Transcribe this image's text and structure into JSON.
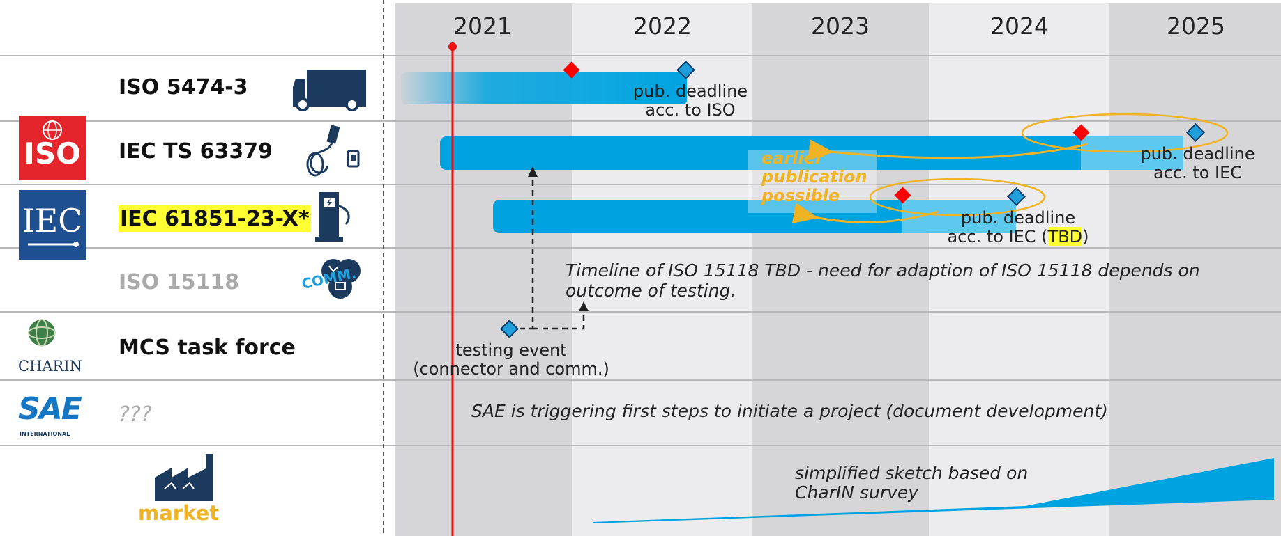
{
  "years": [
    "2021",
    "2022",
    "2023",
    "2024",
    "2025"
  ],
  "rows": [
    {
      "label": "ISO 5474-3",
      "highlight": false,
      "muted": false
    },
    {
      "label": "IEC TS 63379",
      "highlight": false,
      "muted": false
    },
    {
      "label": "IEC 61851-23-X*",
      "highlight": true,
      "muted": false
    },
    {
      "label": "ISO 15118",
      "highlight": false,
      "muted": true
    },
    {
      "label": "MCS task force",
      "highlight": false,
      "muted": false
    },
    {
      "label": "???",
      "highlight": false,
      "muted": true
    }
  ],
  "logos": {
    "iso": "ISO",
    "iec": "IEC",
    "charin": "CHARIN",
    "sae": "SAE",
    "sae_sub": "INTERNATIONAL",
    "comm": "COMM.",
    "market": "market"
  },
  "icons": [
    "truck-icon",
    "charging-cable-icon",
    "charging-station-icon",
    "communication-icon",
    "factory-icon"
  ],
  "annotations": {
    "iso5474_deadline_line1": "pub. deadline",
    "iso5474_deadline_line2": "acc. to ISO",
    "iec63379_deadline_line1": "pub. deadline",
    "iec63379_deadline_line2": "acc. to IEC",
    "iec61851_deadline_line1": "pub. deadline",
    "iec61851_deadline_line2_prefix": "acc. to IEC (",
    "iec61851_deadline_tbd": "TBD",
    "iec61851_deadline_line2_suffix": ")",
    "earlier_line1": "earlier",
    "earlier_line2": "publication",
    "earlier_line3": "possible",
    "iso15118_note_line1": "Timeline of ISO 15118 TBD - need for adaption of ISO 15118 depends on",
    "iso15118_note_line2": "outcome of testing.",
    "testing_line1": "testing event",
    "testing_line2": "(connector and comm.)",
    "sae_note": "SAE is triggering first steps to initiate a project (document development)",
    "market_line1": "simplified sketch based on",
    "market_line2": "CharIN survey"
  },
  "colors": {
    "bar": "#00a3e0",
    "bar_light": "#5fc8ef",
    "milestone_red": "#ff0000",
    "deadline_blue": "#1fa0dc",
    "orange": "#f0b323",
    "today_line": "#ee1111",
    "shade_dark": "#d6d5d8",
    "shade_light": "#ececee"
  }
}
